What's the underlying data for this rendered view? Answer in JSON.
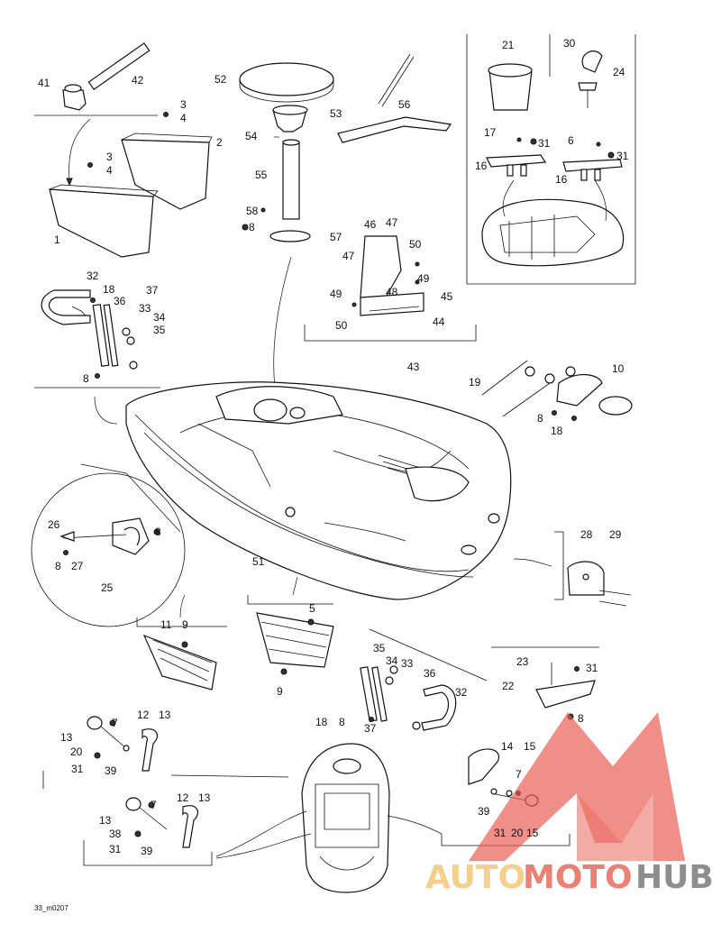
{
  "diagram_code": "33_m0207",
  "watermark": {
    "text_auto": "AUTO",
    "text_moto": "MOTO",
    "text_hub": "HUB",
    "colors": {
      "auto": "#f3c77a",
      "moto": "#e86a5e",
      "hub": "#7b7b7b",
      "logo": "#e85a50"
    }
  },
  "labels": {
    "l1": "1",
    "l2": "2",
    "l3a": "3",
    "l4a": "4",
    "l3b": "3",
    "l4b": "4",
    "l41": "41",
    "l42": "42",
    "l52": "52",
    "l53": "53",
    "l54": "54",
    "l55": "55",
    "l58": "58",
    "l8a": "8",
    "l57": "57",
    "l56": "56",
    "l21": "21",
    "l30": "30",
    "l24": "24",
    "l17": "17",
    "l31a": "31",
    "l16a": "16",
    "l6": "6",
    "l31b": "31",
    "l16b": "16",
    "l46": "46",
    "l47a": "47",
    "l47b": "47",
    "l50a": "50",
    "l49a": "49",
    "l49b": "49",
    "l48": "48",
    "l45": "45",
    "l50b": "50",
    "l44": "44",
    "l43": "43",
    "l32a": "32",
    "l18a": "18",
    "l36a": "36",
    "l37a": "37",
    "l33a": "33",
    "l34a": "34",
    "l35a": "35",
    "l8b": "8",
    "l19": "19",
    "l10": "10",
    "l8c": "8",
    "l18b": "18",
    "l26": "26",
    "l8d": "8",
    "l8e": "8",
    "l27": "27",
    "l25": "25",
    "l51": "51",
    "l28": "28",
    "l29": "29",
    "l11": "11",
    "l9a": "9",
    "l5": "5",
    "l9b": "9",
    "l35b": "35",
    "l34b": "34",
    "l33b": "33",
    "l36b": "36",
    "l32b": "32",
    "l18c": "18",
    "l8f": "8",
    "l37b": "37",
    "l23": "23",
    "l31c": "31",
    "l22": "22",
    "l8g": "8",
    "l12a": "12",
    "l13a": "13",
    "l13b": "13",
    "l7a": "7",
    "l20a": "20",
    "l31d": "31",
    "l39a": "39",
    "l12b": "12",
    "l13c": "13",
    "l13d": "13",
    "l7b": "7",
    "l38": "38",
    "l31e": "31",
    "l39b": "39",
    "l14": "14",
    "l15a": "15",
    "l7c": "7",
    "l39c": "39",
    "l31f": "31",
    "l20b": "20",
    "l15b": "15"
  }
}
